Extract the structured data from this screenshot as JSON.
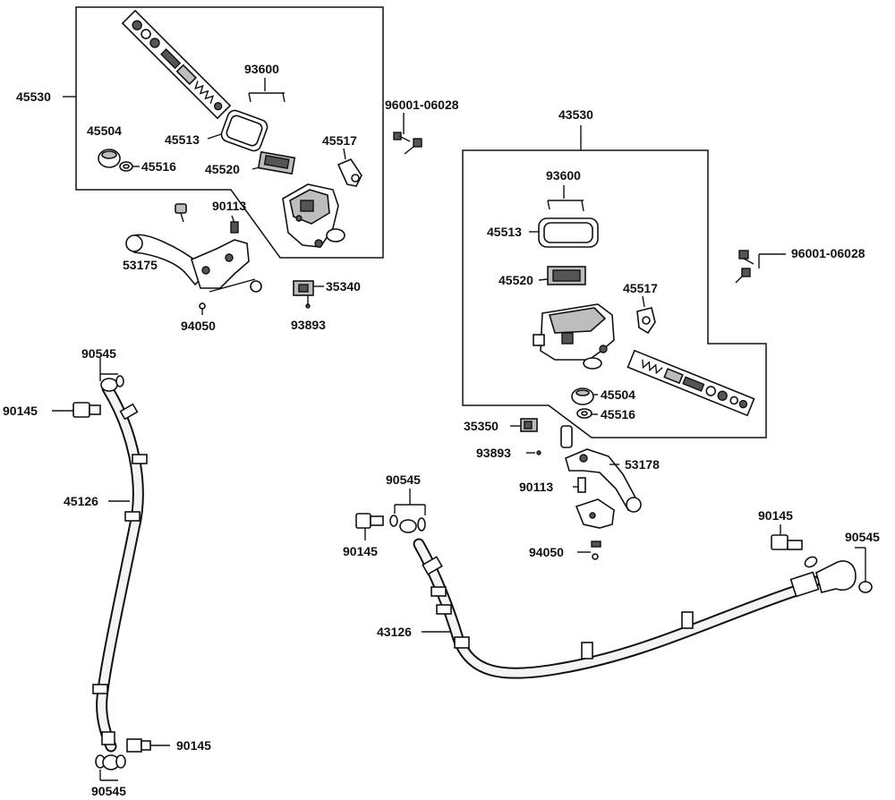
{
  "diagram": {
    "labels": {
      "top_left_assembly": "45530",
      "top_left_pin": "93600",
      "top_left_bolts": "96001-06028",
      "top_left_diaphragm": "45504",
      "top_left_cover": "45513",
      "top_left_clamp": "45517",
      "top_left_washer": "45516",
      "top_left_plate": "45520",
      "top_left_screw": "90113",
      "top_left_lever": "53175",
      "top_left_switch": "35340",
      "top_left_nut": "94050",
      "top_left_small_screw": "93893",
      "right_assembly": "43530",
      "right_pin": "93600",
      "right_bolts": "96001-06028",
      "right_cover": "45513",
      "right_plate": "45520",
      "right_clamp": "45517",
      "right_diaphragm": "45504",
      "right_washer": "45516",
      "right_switch": "35350",
      "right_small_screw": "93893",
      "right_lever": "53178",
      "right_screw": "90113",
      "right_nut": "94050",
      "left_hose_top_gasket": "90545",
      "left_hose_top_bolt": "90145",
      "left_hose": "45126",
      "left_hose_bottom_bolt": "90145",
      "left_hose_bottom_gasket": "90545",
      "right_hose_gasket_a": "90545",
      "right_hose_bolt_a": "90145",
      "right_hose": "43126",
      "right_hose_bolt_b": "90145",
      "right_hose_gasket_b": "90545"
    }
  }
}
